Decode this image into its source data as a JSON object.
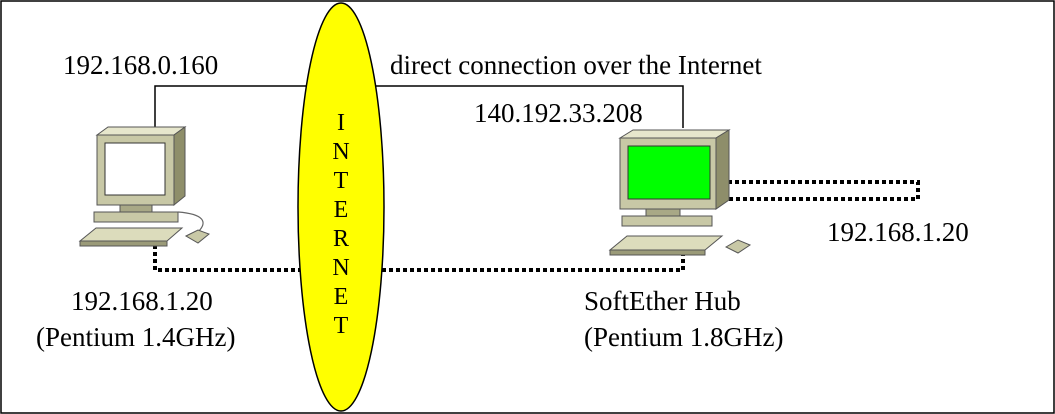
{
  "left_pc": {
    "public_ip": "192.168.0.160",
    "vpn_ip": "192.168.1.20",
    "cpu": "(Pentium 1.4GHz)",
    "screen_color": "#ffffff"
  },
  "right_pc": {
    "public_ip": "140.192.33.208",
    "name": "SoftEther Hub",
    "cpu": "(Pentium 1.8GHz)",
    "screen_color": "#00ff00"
  },
  "remote_ip": "192.168.1.20",
  "connection_label": "direct connection over the Internet",
  "internet": {
    "letters": [
      "I",
      "N",
      "T",
      "E",
      "R",
      "N",
      "E",
      "T"
    ],
    "fill_color": "#ffff00"
  }
}
